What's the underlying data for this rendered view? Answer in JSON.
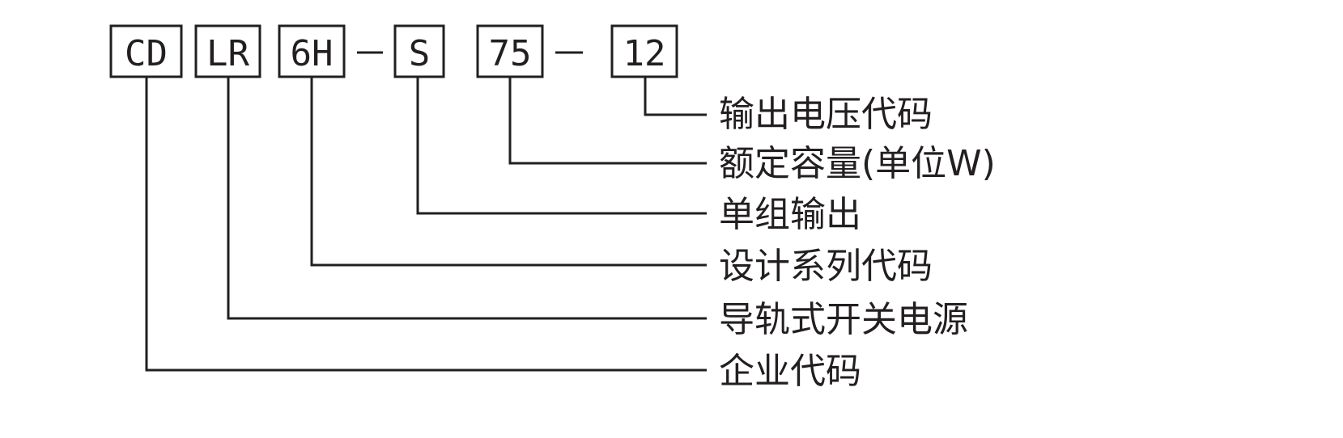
{
  "codes": [
    {
      "id": "cd",
      "text": "CD"
    },
    {
      "id": "lr",
      "text": "LR"
    },
    {
      "id": "6h",
      "text": "6H"
    },
    {
      "id": "s",
      "text": "S"
    },
    {
      "id": "75",
      "text": "75"
    },
    {
      "id": "12",
      "text": "12"
    }
  ],
  "labels": [
    {
      "code": "12",
      "text": "输出电压代码"
    },
    {
      "code": "75",
      "text": "额定容量(单位W)"
    },
    {
      "code": "s",
      "text": "单组输出"
    },
    {
      "code": "6h",
      "text": "设计系列代码"
    },
    {
      "code": "lr",
      "text": "导轨式开关电源"
    },
    {
      "code": "cd",
      "text": "企业代码"
    }
  ],
  "colors": {
    "ink": "#231f20",
    "background": "#ffffff"
  }
}
